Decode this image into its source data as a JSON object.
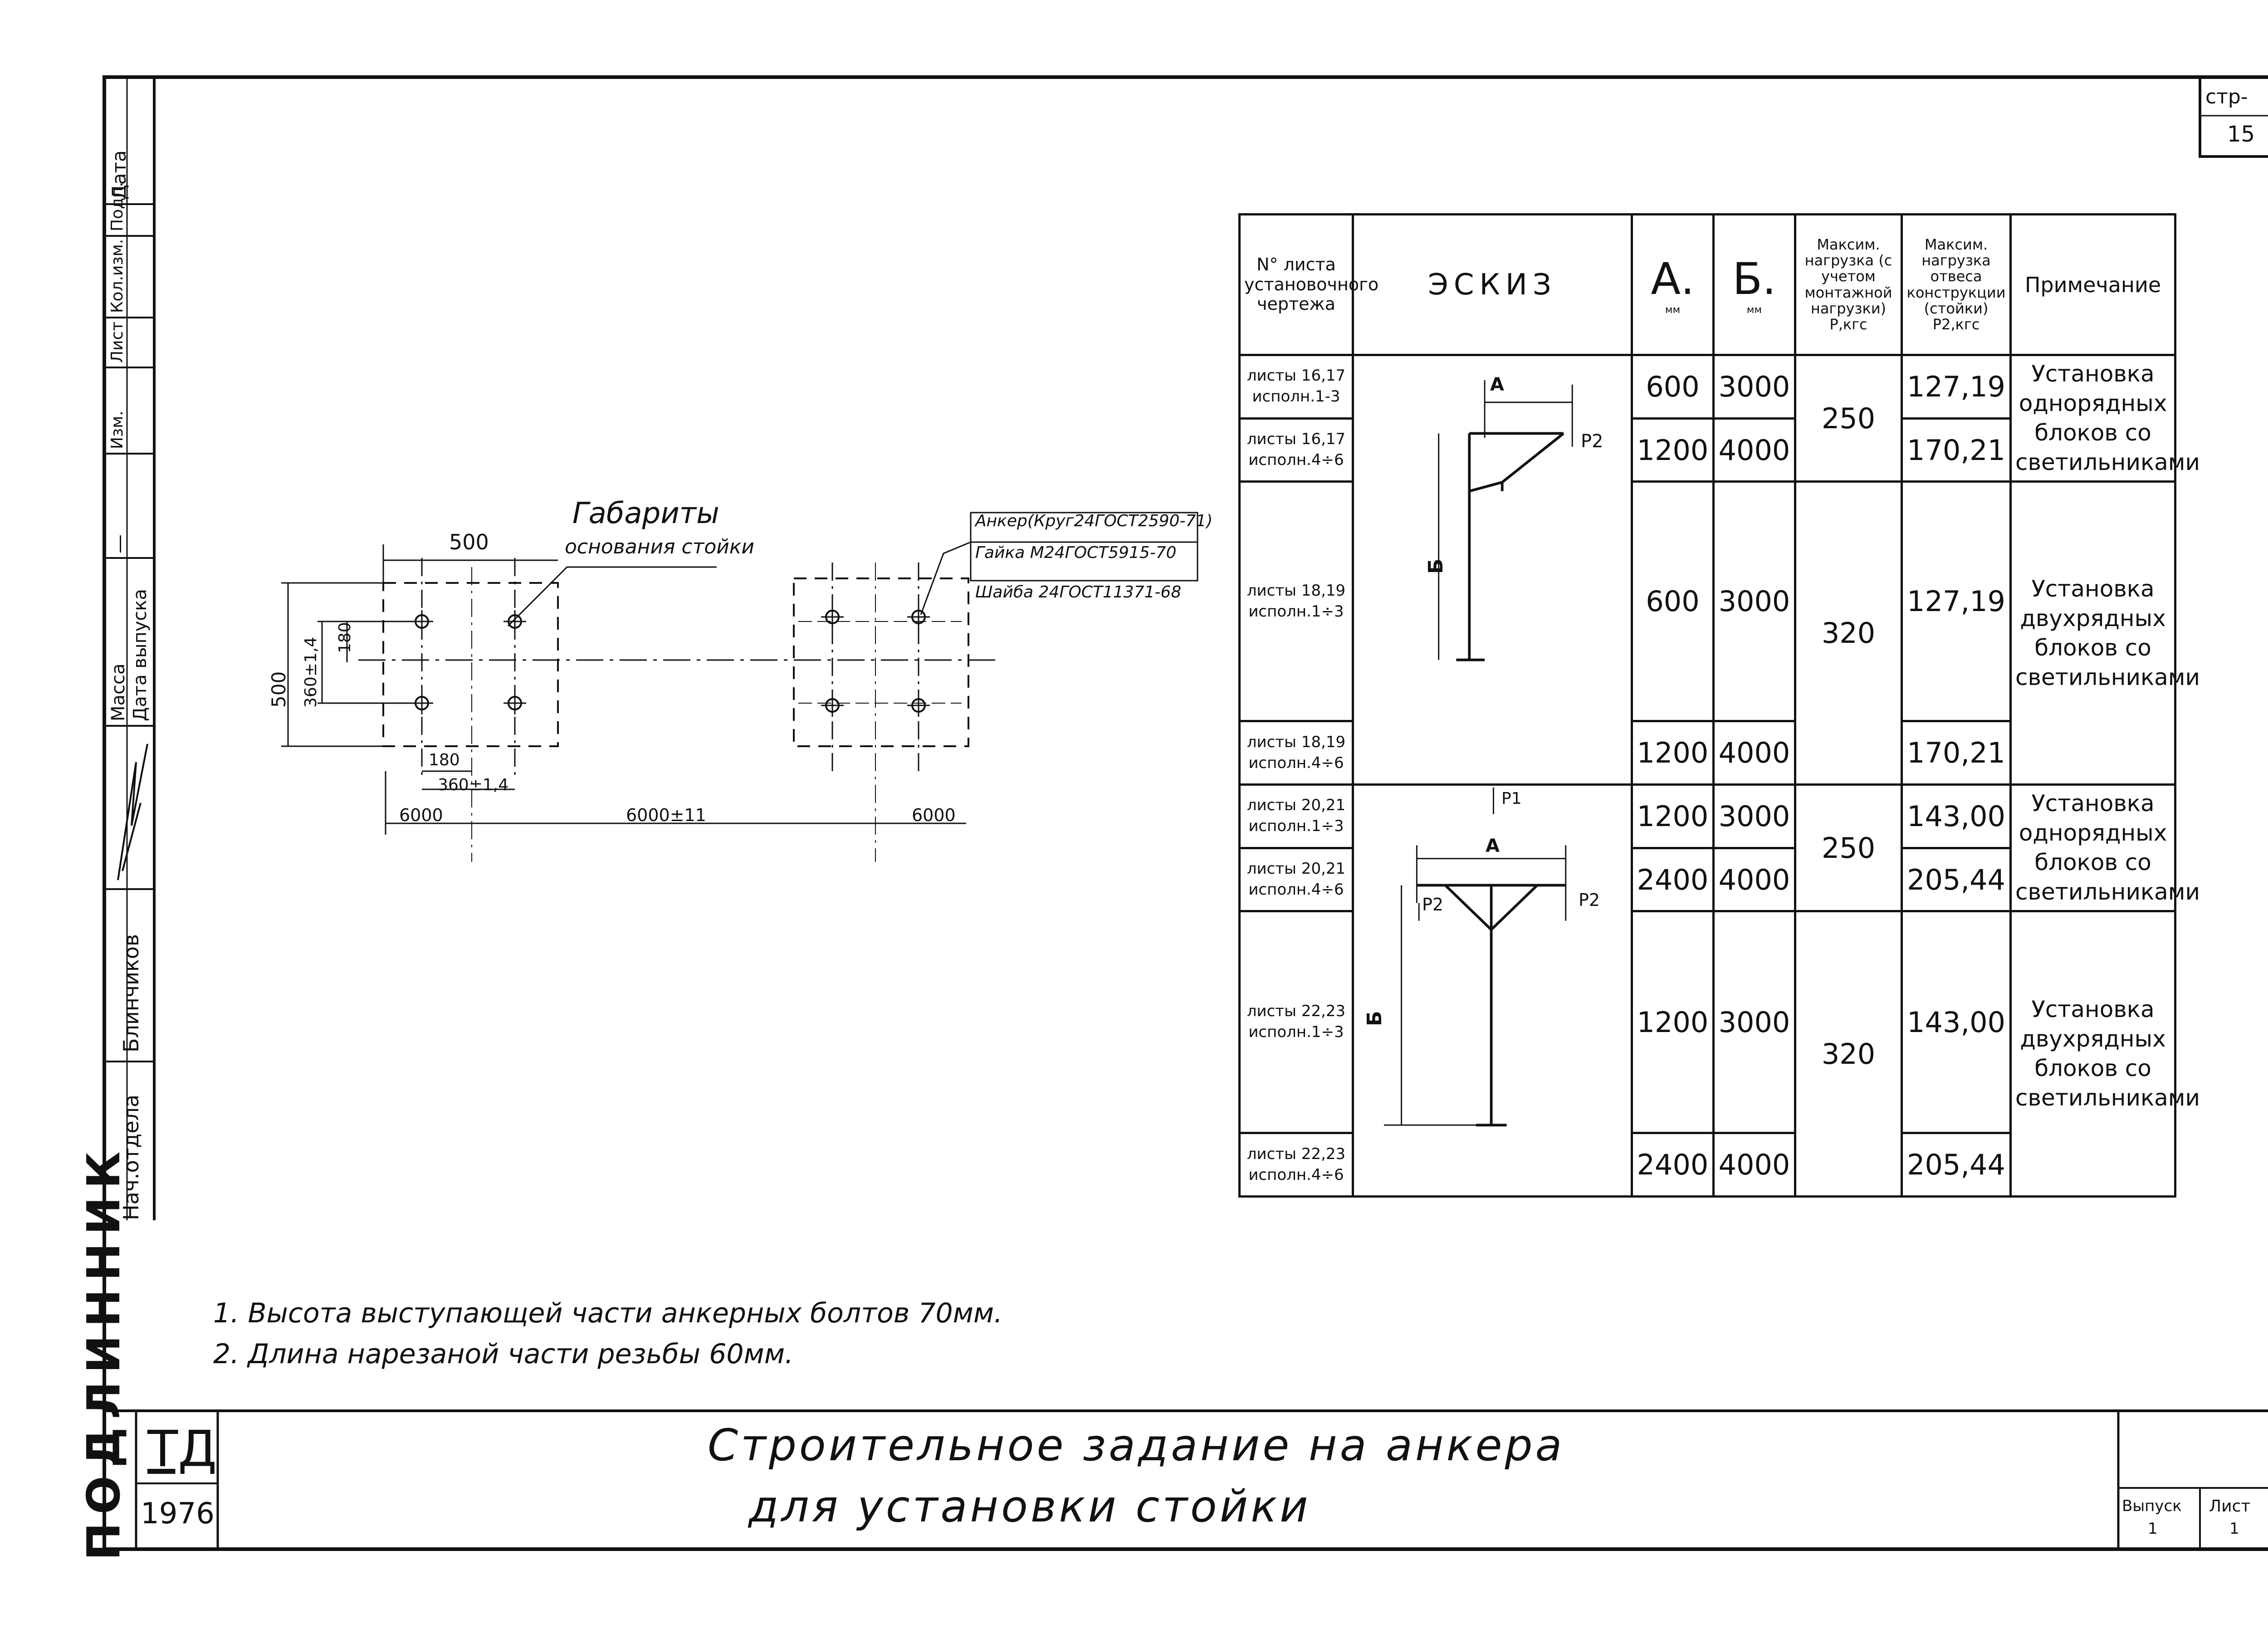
{
  "page_number": {
    "label": "стр-",
    "value": "15"
  },
  "side_stamp": {
    "labels": [
      "Дата",
      "Подп.",
      "Кол.изм.",
      "Лист",
      "Изм.",
      "Дата выпуска",
      "Масса"
    ],
    "dash": "—",
    "surname": "Блинчиков",
    "position": "Нач.отдела",
    "edge_mark": "ПОДЛИННИК"
  },
  "drawing": {
    "callout_title": "Габариты",
    "callout_subtitle": "основания стойки",
    "dim_500_top": "500",
    "dim_500_left": "500",
    "dim_360": "360±1,4",
    "dim_180_v": "180",
    "dim_180_h": "180",
    "dim_360_h": "360±1,4",
    "dim_6000_left": "6000",
    "dim_6000_mid": "6000±11",
    "dim_6000_right": "6000",
    "anchor_labels": [
      "Анкер(Круг24ГОСТ2590-71)",
      "Гайка М24ГОСТ5915-70",
      "Шайба 24ГОСТ11371-68"
    ]
  },
  "table": {
    "headers": {
      "sheet": "N° листа установочного чертежа",
      "sketch": "ЭСКИЗ",
      "a": "А.",
      "b": "Б.",
      "unit": "мм",
      "p1": "Максим. нагрузка (с учетом монтажной нагрузки) P,кгс",
      "p2": "Максим. нагрузка отвеса конструкции (стойки) P2,кгс",
      "note": "Примечание"
    },
    "rows": [
      {
        "sheet": "листы 16,17 исполн.1-3",
        "a": "600",
        "b": "3000",
        "p": "250",
        "p2": "127,19",
        "note": "Установка однорядных блоков со светильниками"
      },
      {
        "sheet": "листы 16,17 исполн.4÷6",
        "a": "1200",
        "b": "4000",
        "p2": "170,21"
      },
      {
        "sheet": "листы 18,19 исполн.1÷3",
        "a": "600",
        "b": "3000",
        "p": "320",
        "p2": "127,19",
        "note": "Установка двухрядных блоков со светильниками"
      },
      {
        "sheet": "листы 18,19 исполн.4÷6",
        "a": "1200",
        "b": "4000",
        "p2": "170,21"
      },
      {
        "sheet": "листы 20,21 исполн.1÷3",
        "a": "1200",
        "b": "3000",
        "p": "250",
        "p2": "143,00",
        "note": "Установка однорядных блоков со светильниками"
      },
      {
        "sheet": "листы 20,21 исполн.4÷6",
        "a": "2400",
        "b": "4000",
        "p2": "205,44"
      },
      {
        "sheet": "листы 22,23 исполн.1÷3",
        "a": "1200",
        "b": "3000",
        "p": "320",
        "p2": "143,00",
        "note": "Установка двухрядных блоков со светильниками"
      },
      {
        "sheet": "листы 22,23 исполн.4÷6",
        "a": "2400",
        "b": "4000",
        "p2": "205,44"
      }
    ],
    "sketch_labels": {
      "a": "А",
      "b": "Б",
      "p1": "P1",
      "p2": "P2"
    }
  },
  "notes": [
    "1. Высота выступающей части анкерных болтов 70мм.",
    "2. Длина нарезаной части резьбы 60мм."
  ],
  "title_block": {
    "org": "ТД",
    "year": "1976",
    "title_line1": "Строительное задание на анкера",
    "title_line2": "для установки стойки",
    "issue_label": "Выпуск",
    "issue_value": "1",
    "sheet_label": "Лист",
    "sheet_value": "1"
  }
}
